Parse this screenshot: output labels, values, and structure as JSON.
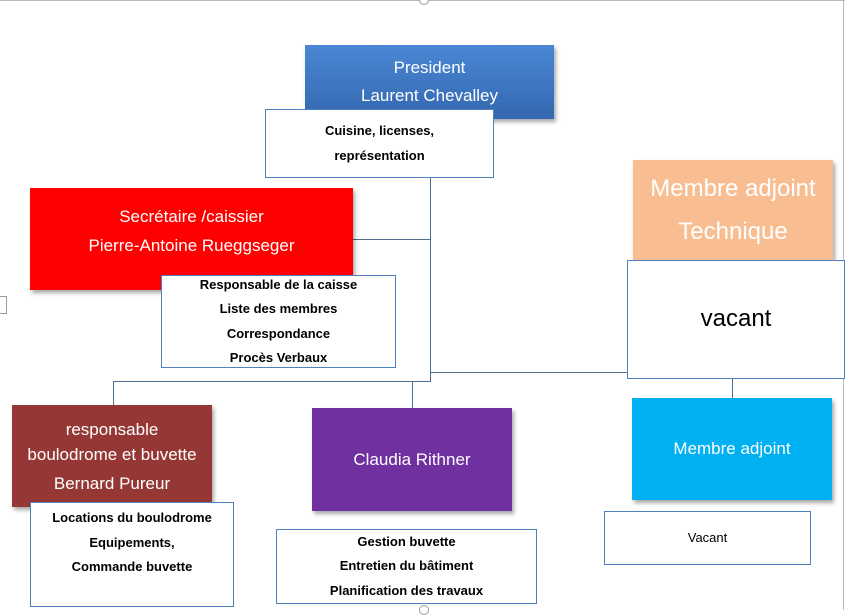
{
  "president": {
    "role": "President",
    "name": "Laurent Chevalley",
    "color": "#3f7ac8"
  },
  "president_tasks": [
    "Cuisine, licenses,",
    "représentation"
  ],
  "secretary": {
    "role": "Secrétaire /caissier",
    "name": "Pierre-Antoine Rueggseger",
    "color": "#ff0000"
  },
  "secretary_tasks": [
    "Responsable de la caisse",
    "Liste des membres",
    "Correspondance",
    "Procès Verbaux"
  ],
  "tech_member": {
    "line1": "Membre adjoint",
    "line2": "Technique",
    "color": "#f8be92"
  },
  "tech_member_status": "vacant",
  "boulodrome": {
    "line1": "responsable",
    "line2": "boulodrome et buvette",
    "name": "Bernard Pureur",
    "color": "#953835"
  },
  "boulodrome_tasks": [
    "Locations du boulodrome",
    "Equipements,",
    "Commande buvette"
  ],
  "claudia": {
    "name": "Claudia Rithner",
    "color": "#7030a0"
  },
  "claudia_tasks": [
    "Gestion buvette",
    "Entretien du bâtiment",
    "Planification des travaux"
  ],
  "member": {
    "role": "Membre adjoint",
    "color": "#00b0f0"
  },
  "member_status": "Vacant"
}
